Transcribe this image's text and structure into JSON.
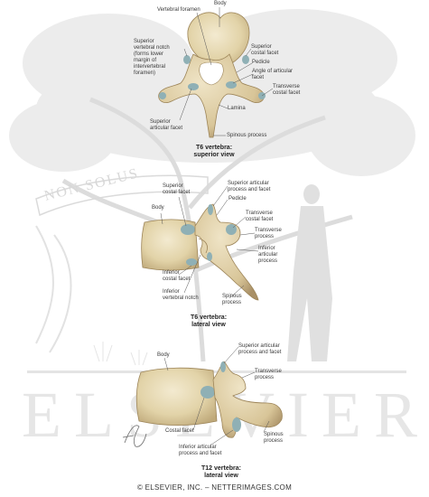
{
  "watermark": {
    "motto": "NON SOLUS",
    "publisher": "ELSEVIER",
    "signature": "F. Netter"
  },
  "figures": {
    "superior": {
      "caption_line1": "T6 vertebra:",
      "caption_line2": "superior view",
      "labels": {
        "body": "Body",
        "vertebral_foramen": "Vertebral foramen",
        "superior_vertebral_notch": "Superior\nvertebral notch\n(forms lower\nmargin of\nintervertebral\nforamen)",
        "superior_costal_facet": "Superior\ncostal facet",
        "pedicle": "Pedicle",
        "angle_articular_facet": "Angle of articular\nfacet",
        "transverse_costal_facet": "Transverse\ncostal facet",
        "lamina": "Lamina",
        "superior_articular_facet": "Superior\narticular facet",
        "spinous_process": "Spinous process"
      }
    },
    "lateral6": {
      "caption_line1": "T6 vertebra:",
      "caption_line2": "lateral view",
      "labels": {
        "superior_costal_facet": "Superior\ncostal facet",
        "body": "Body",
        "superior_articular_process": "Superior articular\nprocess and facet",
        "pedicle": "Pedicle",
        "transverse_costal_facet": "Transverse\ncostal facet",
        "transverse_process": "Transverse\nprocess",
        "inferior_articular_process": "Inferior\narticular\nprocess",
        "inferior_costal_facet": "Inferior\ncostal facet",
        "inferior_vertebral_notch": "Inferior\nvertebral notch",
        "spinous_process": "Spinous\nprocess"
      }
    },
    "lateral12": {
      "caption_line1": "T12 vertebra:",
      "caption_line2": "lateral view",
      "labels": {
        "body": "Body",
        "superior_articular_process": "Superior articular\nprocess and facet",
        "transverse_process": "Transverse\nprocess",
        "costal_facet": "Costal facet",
        "spinous_process": "Spinous\nprocess",
        "inferior_articular_process": "Inferior articular\nprocess and facet"
      }
    }
  },
  "copyright": "© ELSEVIER, INC. – NETTERIMAGES.COM"
}
